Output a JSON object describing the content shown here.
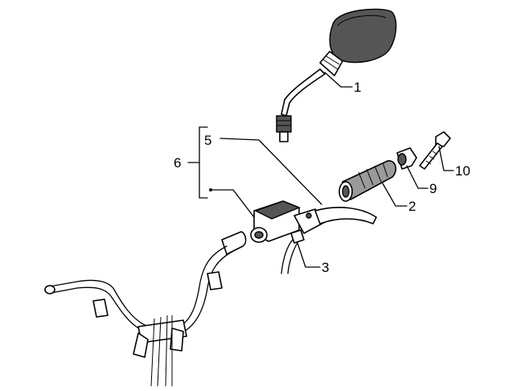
{
  "diagram": {
    "callouts": [
      {
        "id": "1",
        "label": "1"
      },
      {
        "id": "2",
        "label": "2"
      },
      {
        "id": "3",
        "label": "3"
      },
      {
        "id": "5",
        "label": "5"
      },
      {
        "id": "6",
        "label": "6"
      },
      {
        "id": "9",
        "label": "9"
      },
      {
        "id": "10",
        "label": "10"
      }
    ]
  },
  "colors": {
    "line": "#000000",
    "background": "#ffffff",
    "grip_fill": "#9a9a9a",
    "mirror_fill": "#6e6e6e"
  }
}
